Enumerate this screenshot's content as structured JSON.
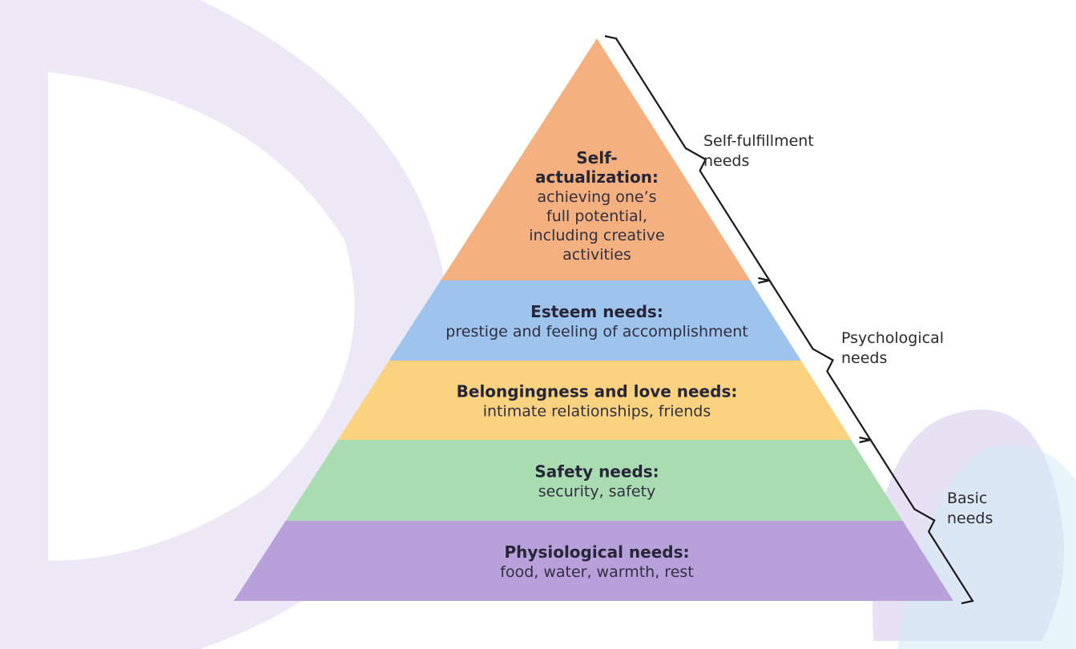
{
  "pyramid": {
    "levels": [
      {
        "title_lines": [
          "Self-",
          "actualization:"
        ],
        "desc_lines": [
          "achieving one’s",
          "full potential,",
          "including creative",
          "activities"
        ],
        "color": "#F5B07F"
      },
      {
        "title_lines": [
          "Esteem needs:"
        ],
        "desc_lines": [
          "prestige and feeling of accomplishment"
        ],
        "color": "#9EC3EC"
      },
      {
        "title_lines": [
          "Belongingness and love needs:"
        ],
        "desc_lines": [
          "intimate relationships, friends"
        ],
        "color": "#FBD27F"
      },
      {
        "title_lines": [
          "Safety needs:"
        ],
        "desc_lines": [
          "security, safety"
        ],
        "color": "#A9DCB0"
      },
      {
        "title_lines": [
          "Physiological needs:"
        ],
        "desc_lines": [
          "food, water, warmth, rest"
        ],
        "color": "#B8A0DA"
      }
    ]
  },
  "groups": [
    {
      "label_lines": [
        "Self-fulfillment",
        "needs"
      ]
    },
    {
      "label_lines": [
        "Psychological",
        "needs"
      ]
    },
    {
      "label_lines": [
        "Basic",
        "needs"
      ]
    }
  ],
  "watermark": {
    "colors": [
      "#D7CDEC",
      "#D3ECF8"
    ]
  }
}
